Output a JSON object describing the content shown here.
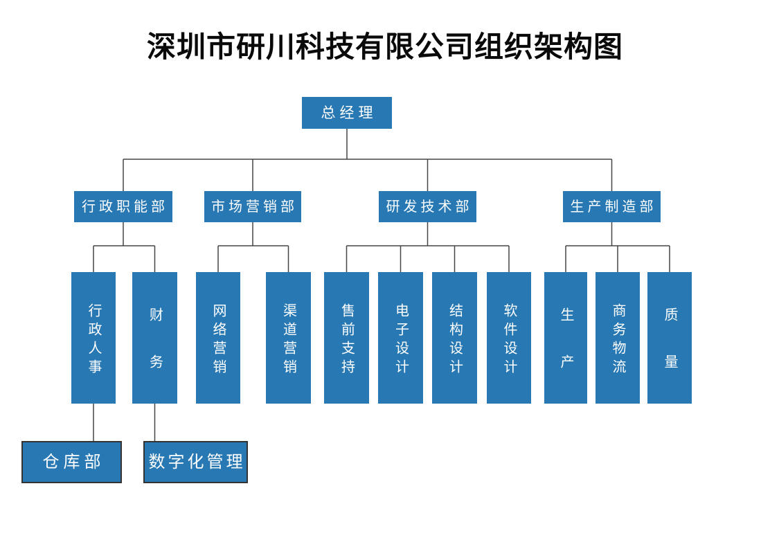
{
  "title": "深圳市研川科技有限公司组织架构图",
  "colors": {
    "box_fill": "#2878B4",
    "box_text": "#FFFFFF",
    "connector": "#454545",
    "title_text": "#0A0A0A",
    "level4_border": "#333333"
  },
  "org": {
    "root": {
      "id": "ceo",
      "label": "总经理"
    },
    "departments": [
      {
        "id": "admin",
        "label": "行政职能部",
        "children": [
          {
            "id": "hr",
            "label": "行政人事",
            "sub": {
              "id": "warehouse",
              "label": "仓库部"
            }
          },
          {
            "id": "finance",
            "label": "财务",
            "sub": {
              "id": "digital",
              "label": "数字化管理"
            }
          }
        ]
      },
      {
        "id": "marketing",
        "label": "市场营销部",
        "children": [
          {
            "id": "online",
            "label": "网络营销"
          },
          {
            "id": "channel",
            "label": "渠道营销"
          }
        ]
      },
      {
        "id": "rnd",
        "label": "研发技术部",
        "children": [
          {
            "id": "presales",
            "label": "售前支持"
          },
          {
            "id": "electronics",
            "label": "电子设计"
          },
          {
            "id": "structure",
            "label": "结构设计"
          },
          {
            "id": "software",
            "label": "软件设计"
          }
        ]
      },
      {
        "id": "production",
        "label": "生产制造部",
        "children": [
          {
            "id": "prod",
            "label": "生产"
          },
          {
            "id": "logistics",
            "label": "商务物流"
          },
          {
            "id": "quality",
            "label": "质量"
          }
        ]
      }
    ]
  }
}
